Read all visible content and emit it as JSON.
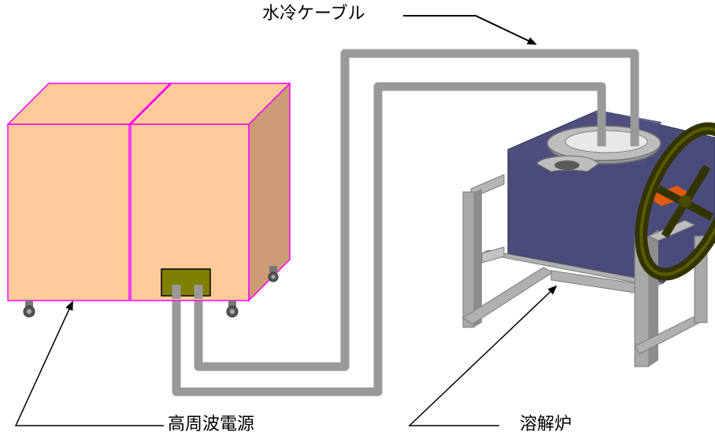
{
  "labels": {
    "cable": "水冷ケーブル",
    "power_supply": "高周波電源",
    "furnace": "溶解炉"
  },
  "colors": {
    "cabinet_front": "#FFCC99",
    "cabinet_top": "#FFCC99",
    "cabinet_side": "#CC9C74",
    "cabinet_edge": "#FF00FF",
    "cable": "#999999",
    "connector": "#7F7F00",
    "furnace_body": "#4B4B7B",
    "frame": "#9A9A9A",
    "wheel": "#333300"
  }
}
